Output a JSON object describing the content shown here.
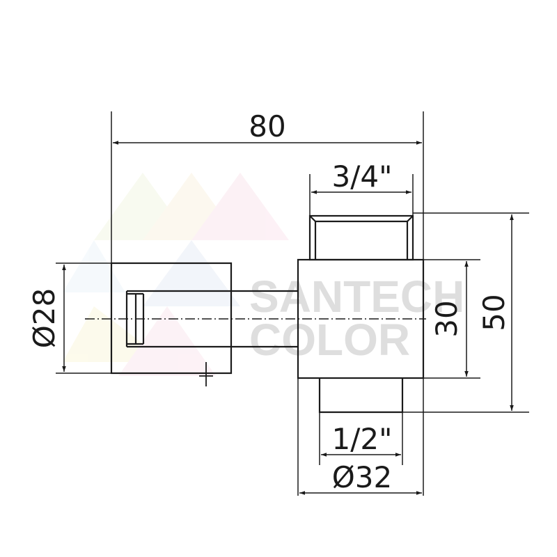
{
  "diagram": {
    "dimensions": {
      "overall_length": "80",
      "top_thread": "3/4\"",
      "bottom_thread": "1/2\"",
      "body_diameter": "Ø32",
      "flange_diameter": "Ø28",
      "body_height": "30",
      "total_height": "50"
    },
    "watermark": {
      "line1": "SANTECH",
      "line2": "COLOR"
    }
  },
  "colors": {
    "line": "#1a1a1a",
    "watermark_text": "#d9d9d9"
  }
}
